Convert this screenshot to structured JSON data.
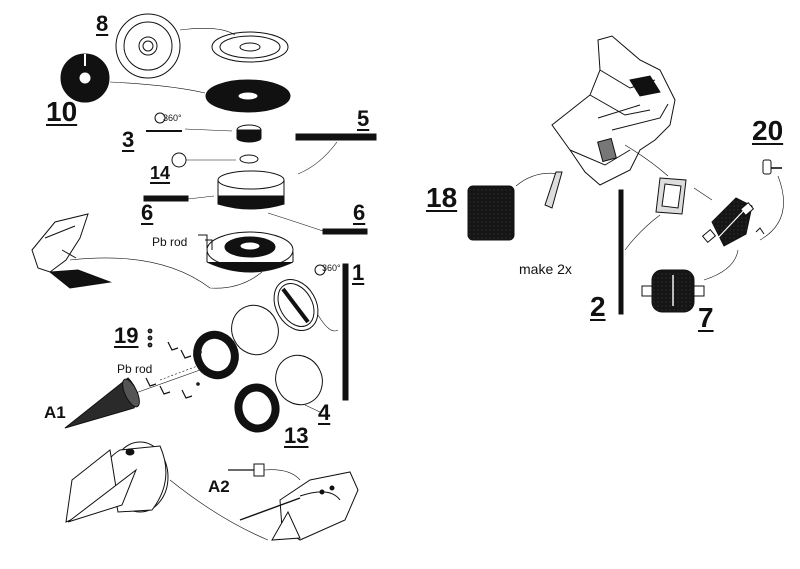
{
  "labels": {
    "p8": "8",
    "p10": "10",
    "p3": "3",
    "p5": "5",
    "p14": "14",
    "p6_left": "6",
    "p6_right": "6",
    "p1": "1",
    "p19": "19",
    "p4": "4",
    "p13": "13",
    "pA1": "A1",
    "pA2": "A2",
    "p18": "18",
    "p20": "20",
    "p2": "2",
    "p7": "7"
  },
  "notes": {
    "pb_rod_upper": "Pb rod",
    "pb_rod_lower": "Pb rod",
    "deg_top": "360°",
    "deg_mid": "360°",
    "make_2x": "make 2x"
  }
}
